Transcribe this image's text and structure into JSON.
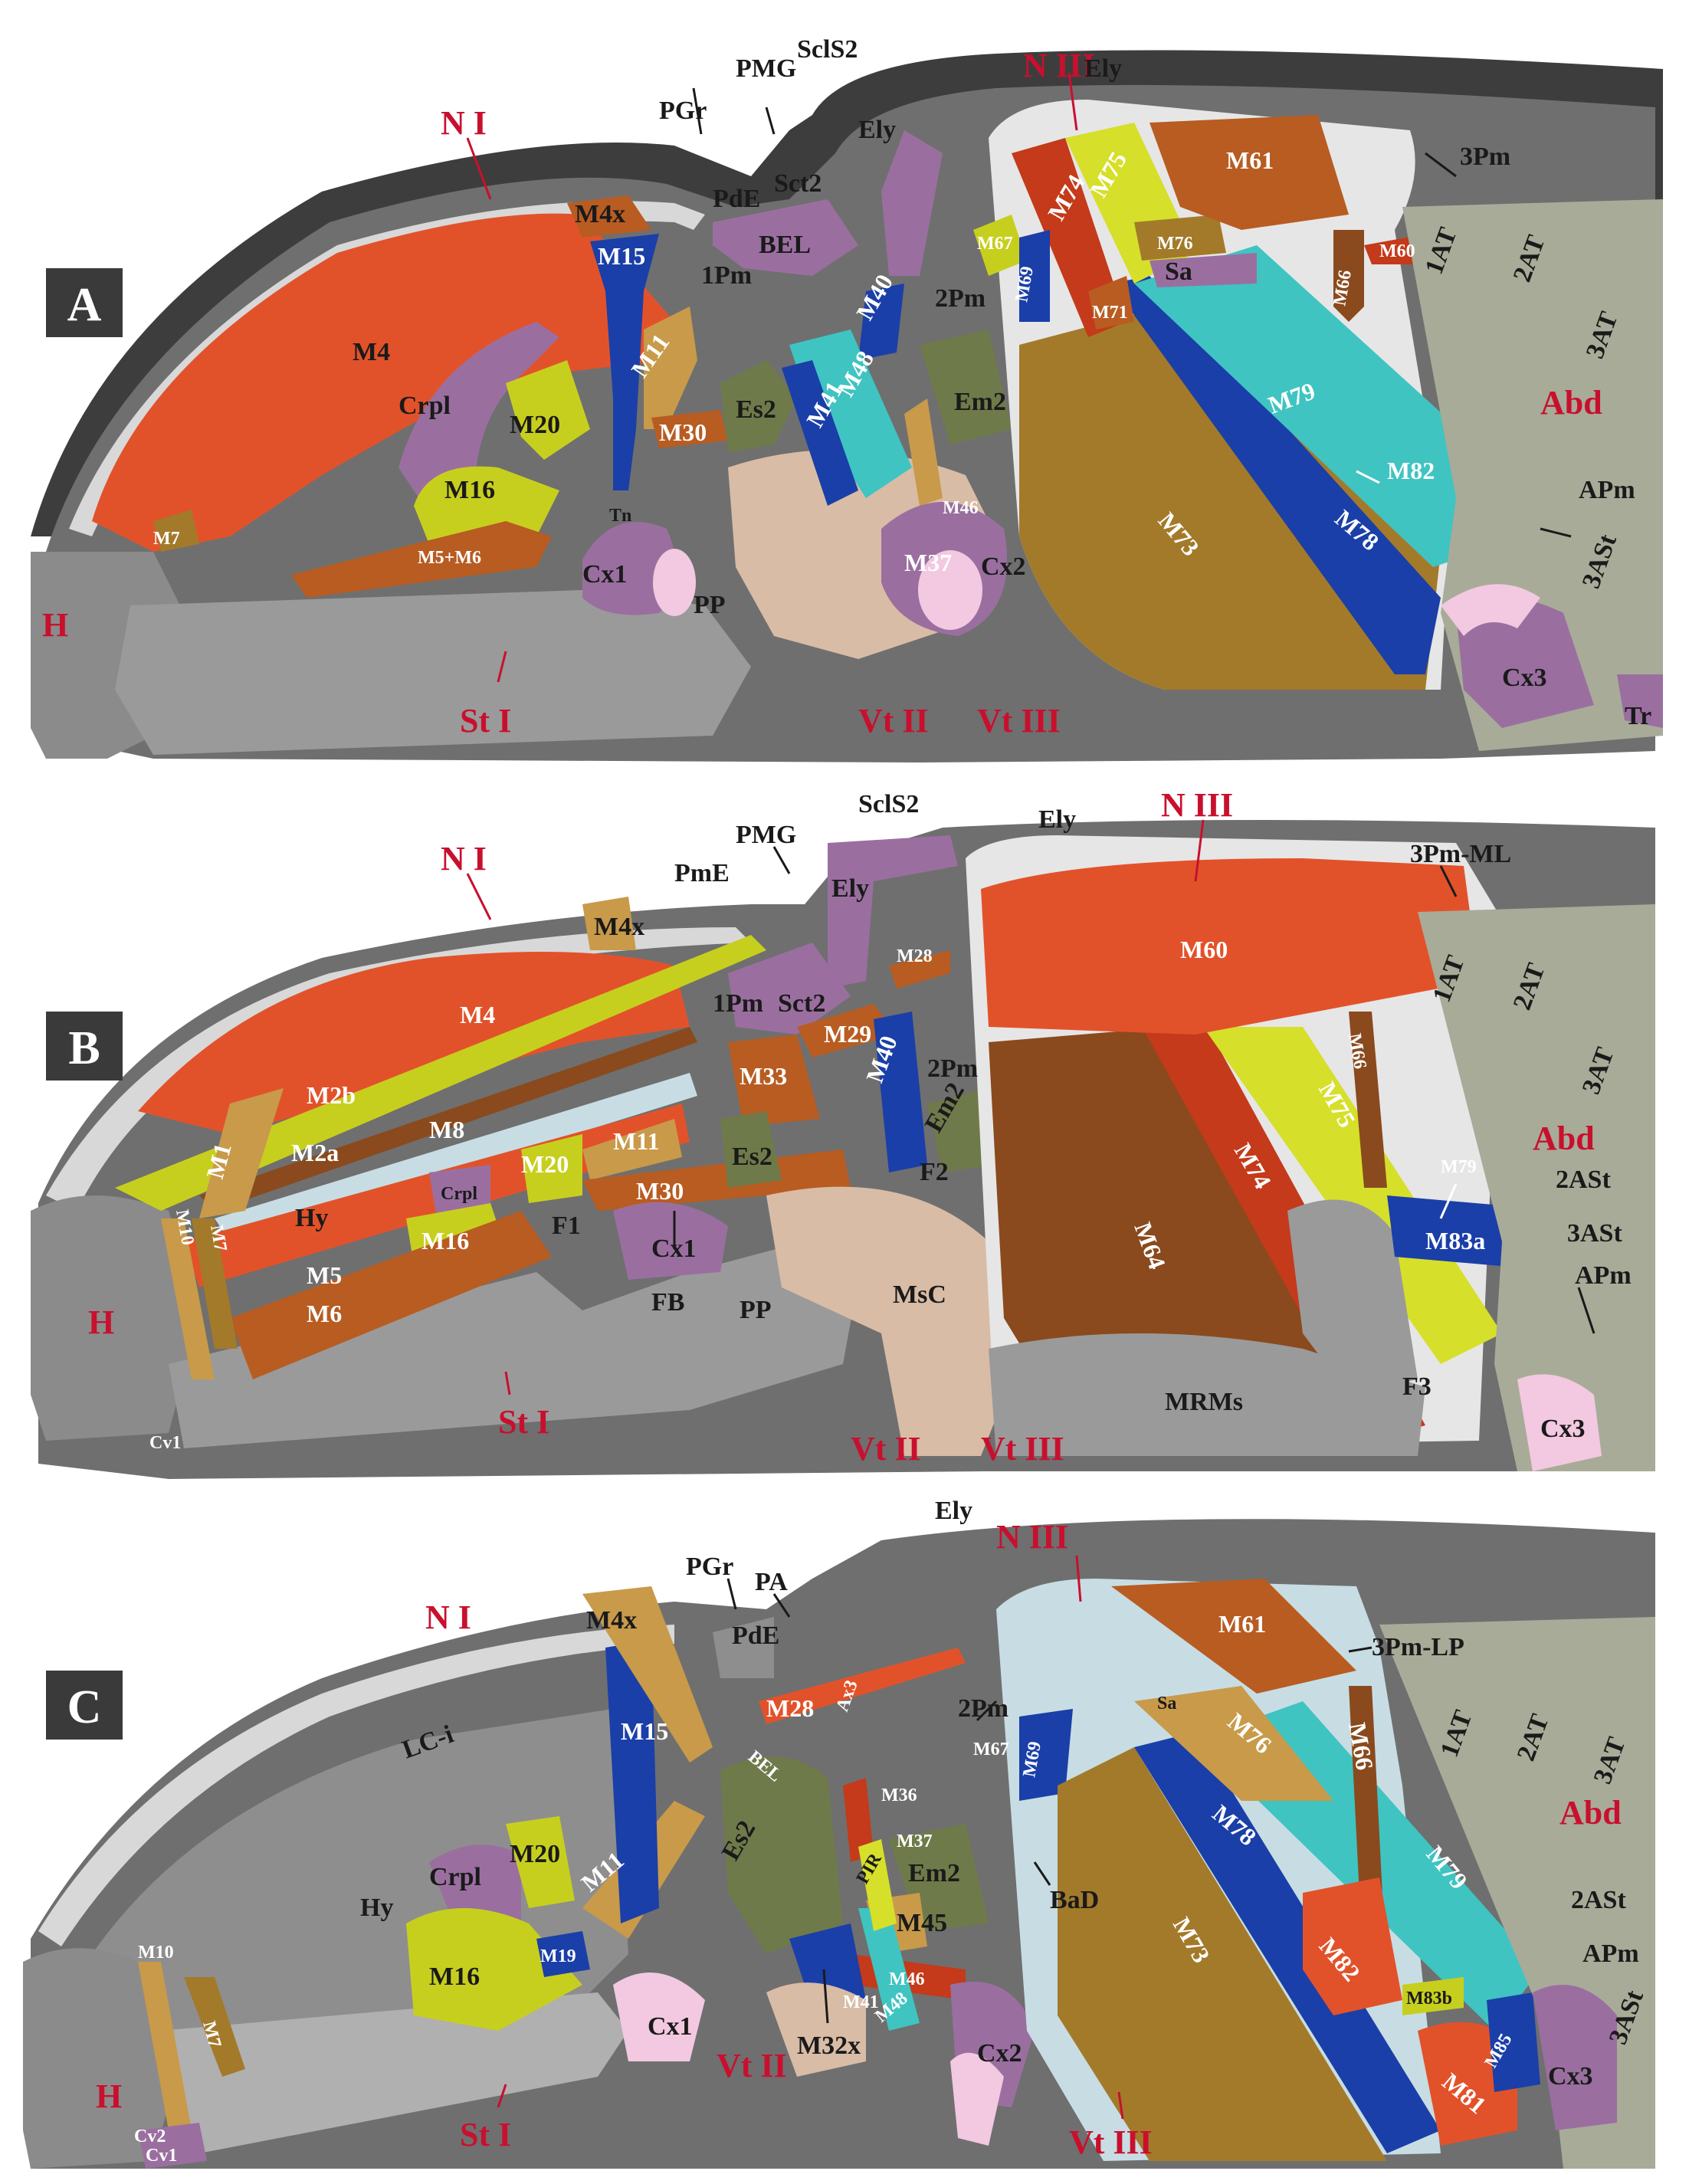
{
  "panels": [
    {
      "letter": "A",
      "labels": {
        "NI": "N I",
        "NIII": "N III",
        "StI": "St I",
        "VtII": "Vt II",
        "VtIII": "Vt III",
        "H": "H",
        "Abd": "Abd",
        "PMG": "PMG",
        "SclS2": "SclS2",
        "PGr": "PGr",
        "Ely1": "Ely",
        "Ely2": "Ely",
        "PdE": "PdE",
        "Sct2": "Sct2",
        "BEL": "BEL",
        "Pm1": "1Pm",
        "Pm2": "2Pm",
        "Pm3": "3Pm",
        "AT1": "1AT",
        "AT2": "2AT",
        "AT3": "3AT",
        "APm": "APm",
        "ASt3": "3ASt",
        "Cx1": "Cx1",
        "Cx2": "Cx2",
        "Cx3": "Cx3",
        "Tr": "Tr",
        "PP": "PP",
        "Crpl": "Crpl",
        "Tn": "Tn",
        "Es2": "Es2",
        "Em2": "Em2",
        "Sa": "Sa",
        "M4": "M4",
        "M4x": "M4x",
        "M15": "M15",
        "M11": "M11",
        "M20": "M20",
        "M16": "M16",
        "M30": "M30",
        "M7": "M7",
        "M5M6": "M5+M6",
        "M40": "M40",
        "M41": "M41",
        "M48": "M48",
        "M46": "M46",
        "M37": "M37",
        "M67": "M67",
        "M69": "M69",
        "M74": "M74",
        "M75": "M75",
        "M76": "M76",
        "M61": "M61",
        "M60": "M60",
        "M66": "M66",
        "M71": "M71",
        "M79": "M79",
        "M82": "M82",
        "M78": "M78",
        "M73": "M73"
      }
    },
    {
      "letter": "B",
      "labels": {
        "NI": "N I",
        "NIII": "N III",
        "StI": "St I",
        "VtII": "Vt II",
        "VtIII": "Vt III",
        "H": "H",
        "Abd": "Abd",
        "PMG": "PMG",
        "SclS2": "SclS2",
        "Ely1": "Ely",
        "Ely2": "Ely",
        "PmE": "PmE",
        "Sct2": "Sct2",
        "Pm1": "1Pm",
        "Pm2": "2Pm",
        "Pm3ML": "3Pm-ML",
        "AT1": "1AT",
        "AT2": "2AT",
        "AT3": "3AT",
        "ASt2": "2ASt",
        "ASt3": "3ASt",
        "APm": "APm",
        "Cx1": "Cx1",
        "Cx3": "Cx3",
        "Cv1": "Cv1",
        "Hy": "Hy",
        "Crpl": "Crpl",
        "F1": "F1",
        "F2": "F2",
        "F3": "F3",
        "FB": "FB",
        "PP": "PP",
        "MsC": "MsC",
        "MRMs": "MRMs",
        "Es2": "Es2",
        "Em2": "Em2",
        "M4": "M4",
        "M4x": "M4x",
        "M1": "M1",
        "M2b": "M2b",
        "M2a": "M2a",
        "M8": "M8",
        "M20": "M20",
        "M11": "M11",
        "M30": "M30",
        "M16": "M16",
        "M5": "M5",
        "M6": "M6",
        "M10": "M10",
        "M7": "M7",
        "M28": "M28",
        "M29": "M29",
        "M33": "M33",
        "M40": "M40",
        "M60": "M60",
        "M64": "M64",
        "M74": "M74",
        "M75": "M75",
        "M66": "M66",
        "M79": "M79",
        "M83a": "M83a"
      }
    },
    {
      "letter": "C",
      "labels": {
        "NI": "N I",
        "NIII": "N III",
        "StI": "St I",
        "VtII": "Vt II",
        "VtIII": "Vt III",
        "H": "H",
        "Abd": "Abd",
        "PGr": "PGr",
        "PA": "PA",
        "PdE": "PdE",
        "Ely": "Ely",
        "BEL": "BEL",
        "Ax3": "Ax3",
        "Pm2": "2Pm",
        "Pm3LP": "3Pm-LP",
        "AT1": "1AT",
        "AT2": "2AT",
        "AT3": "3AT",
        "ASt2": "2ASt",
        "ASt3": "3ASt",
        "APm": "APm",
        "Cx1": "Cx1",
        "Cx2": "Cx2",
        "Cx3": "Cx3",
        "Cv1": "Cv1",
        "Cv2": "Cv2",
        "LCi": "LC-i",
        "Hy": "Hy",
        "Crpl": "Crpl",
        "Es2": "Es2",
        "Em2": "Em2",
        "BaD": "BaD",
        "Sa": "Sa",
        "PIR": "PIR",
        "M4x": "M4x",
        "M15": "M15",
        "M20": "M20",
        "M11": "M11",
        "M16": "M16",
        "M19": "M19",
        "M10": "M10",
        "M7": "M7",
        "M28": "M28",
        "M36": "M36",
        "M37": "M37",
        "M45": "M45",
        "M46": "M46",
        "M41": "M41",
        "M48": "M48",
        "M32x": "M32x",
        "M67": "M67",
        "M69": "M69",
        "M61": "M61",
        "M66": "M66",
        "M76": "M76",
        "M78": "M78",
        "M79": "M79",
        "M73": "M73",
        "M82": "M82",
        "M83b": "M83b",
        "M85": "M85",
        "M81": "M81"
      }
    }
  ],
  "colors": {
    "bg": "#ffffff",
    "cuticle_dark": "#3d3d3d",
    "cuticle_gray": "#7a7a7a",
    "cuticle_light": "#c9c9c9",
    "inner_lining": "#e6e6e6",
    "head": "#8b8b8b",
    "abd_segments": "#a8ab98",
    "coxa_pink": "#f2c9e0",
    "purple": "#9a6fa0",
    "pale_blue": "#c8dde3",
    "red_orange": "#e2522a",
    "orange_brown": "#b85c22",
    "brown": "#8a4a1d",
    "tan": "#c89a4a",
    "dark_gold": "#a37a2a",
    "yellow_green": "#c7cf1e",
    "lime": "#d6df2a",
    "olive": "#6f7a4a",
    "blue": "#1a3fa8",
    "cyan": "#3fc4c2",
    "beige": "#d9bca6",
    "label_red": "#c8102e"
  }
}
